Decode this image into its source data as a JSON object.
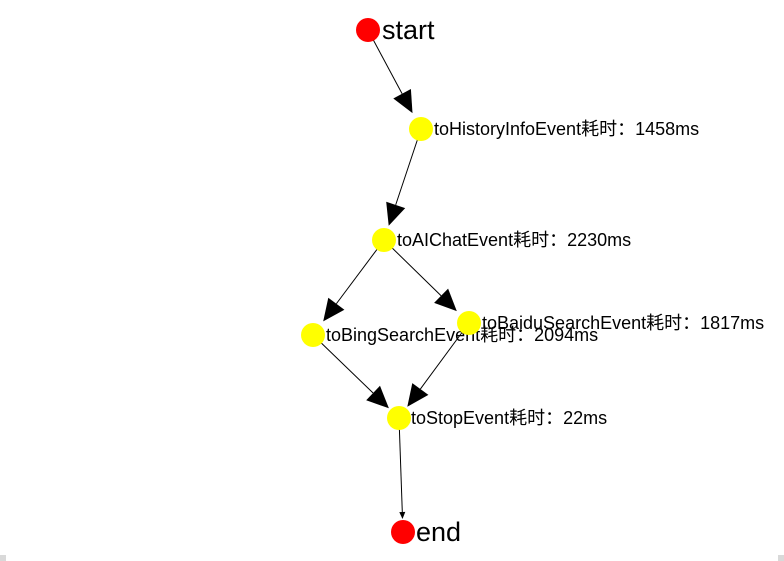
{
  "diagram": {
    "nodes": [
      {
        "id": "start",
        "label": "start",
        "kind": "terminal"
      },
      {
        "id": "history",
        "label": "toHistoryInfoEvent耗时：1458ms",
        "kind": "event"
      },
      {
        "id": "aichat",
        "label": "toAIChatEvent耗时：2230ms",
        "kind": "event"
      },
      {
        "id": "bing",
        "label": "toBingSearchEvent耗时：2094ms",
        "kind": "event"
      },
      {
        "id": "baidu",
        "label": "toBaiduSearchEvent耗时：1817ms",
        "kind": "event"
      },
      {
        "id": "stop",
        "label": "toStopEvent耗时：22ms",
        "kind": "event"
      },
      {
        "id": "end",
        "label": "end",
        "kind": "terminal"
      }
    ],
    "edges": [
      {
        "from": "start",
        "to": "history"
      },
      {
        "from": "history",
        "to": "aichat"
      },
      {
        "from": "aichat",
        "to": "bing"
      },
      {
        "from": "aichat",
        "to": "baidu"
      },
      {
        "from": "bing",
        "to": "stop"
      },
      {
        "from": "baidu",
        "to": "stop"
      },
      {
        "from": "stop",
        "to": "end"
      }
    ],
    "colors": {
      "terminal": "#ff0000",
      "event": "#ffff00",
      "edge": "#000000"
    }
  }
}
